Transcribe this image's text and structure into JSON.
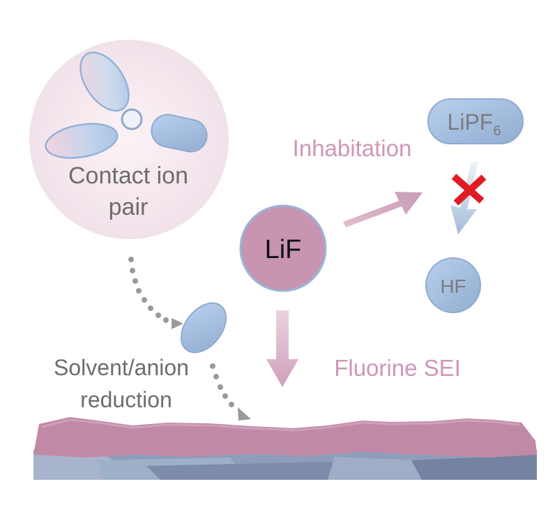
{
  "labels": {
    "contact_ion_pair_line1": "Contact ion",
    "contact_ion_pair_line2": "pair",
    "lipf6_base": "LiPF",
    "lipf6_sub": "6",
    "inhabitation": "Inhabitation",
    "lif": "LiF",
    "hf": "HF",
    "fluorine_sei": "Fluorine SEI",
    "solvent_anion_line1": "Solvent/anion",
    "solvent_anion_line2": "reduction"
  },
  "colors": {
    "pink_text": "#cf96b8",
    "gray_text": "#6d6d6d",
    "lif_fill": "#c795b0",
    "blue_bubble": "#a7c1d9",
    "sei_pink": "#c08aa6",
    "substrate_blue": "#8e9dbb",
    "cross_red": "#e01b24",
    "dotted_gray": "#9a9a9a"
  },
  "icons": {
    "block": "red-cross-icon",
    "arrow": "arrow-icon"
  }
}
